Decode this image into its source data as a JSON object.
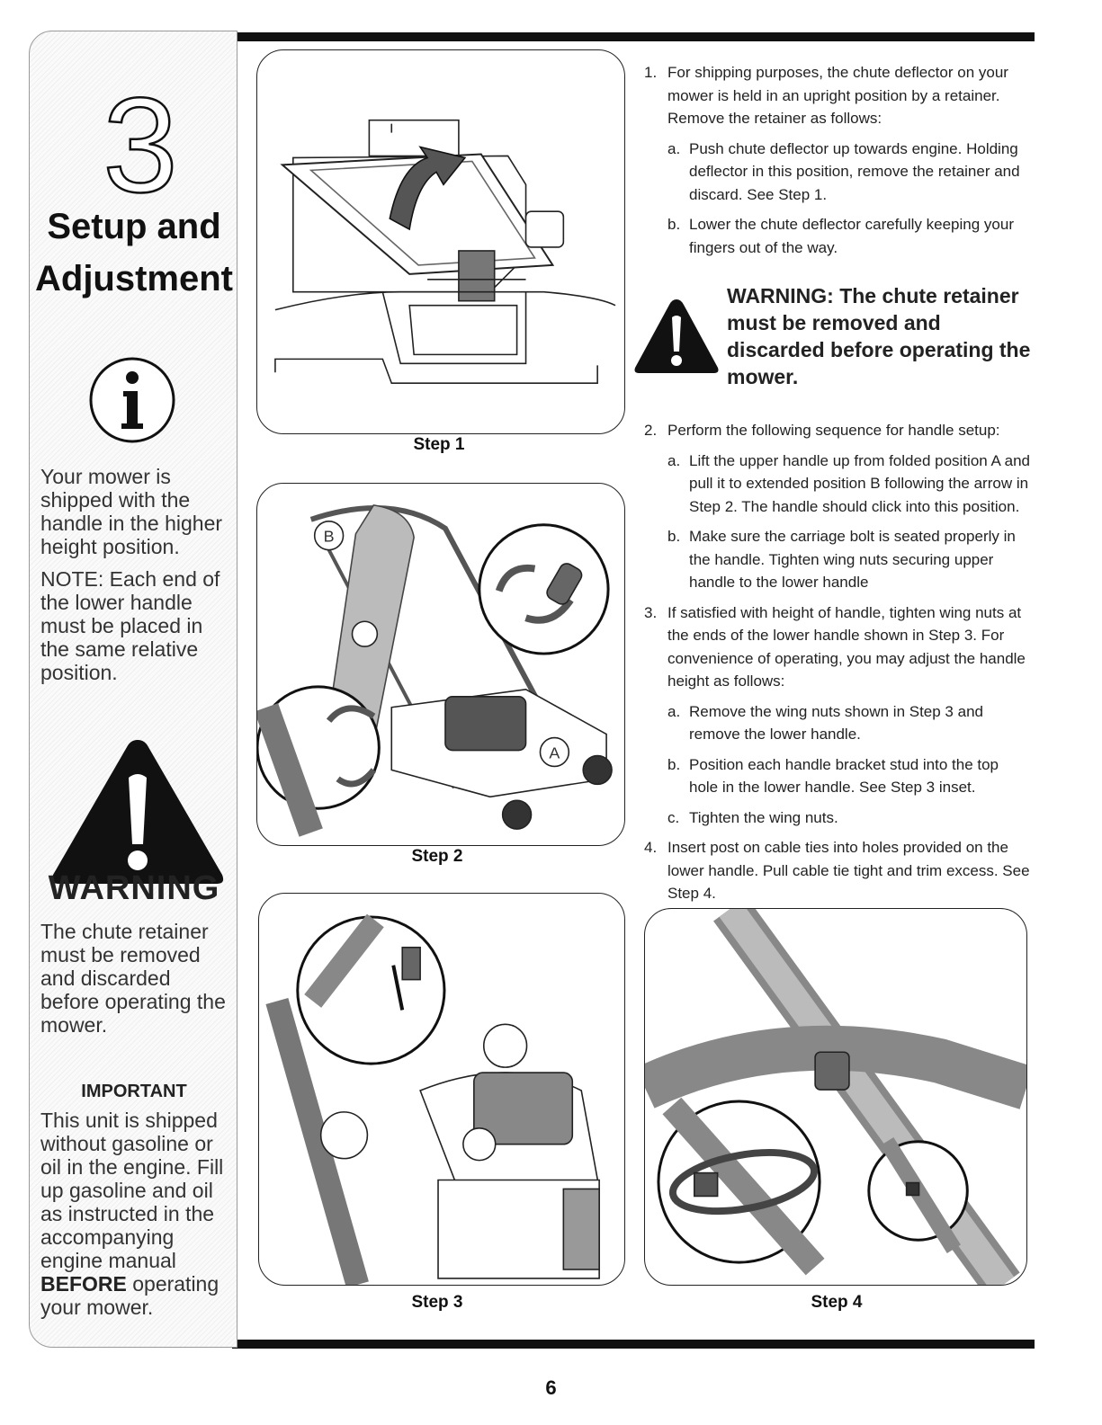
{
  "sidebar": {
    "chapter_number": "3",
    "title_line1": "Setup and",
    "title_line2": "Adjustment",
    "info_text": "Your mower is shipped with the handle in the higher height position.",
    "note_text": "NOTE: Each end of the lower handle must be placed in the same relative position.",
    "warning_heading": "WARNING",
    "warning_text": "The chute retainer must be removed and discarded before operating the mower.",
    "important_heading": "IMPORTANT",
    "important_text": "This unit is shipped without gasoline or oil in the engine. Fill up gasoline and oil as instructed in the accompanying engine manual",
    "important_bold": "BEFORE",
    "important_tail": "operating your mower."
  },
  "figures": {
    "step1": "Step 1",
    "step2": "Step 2",
    "step3": "Step 3",
    "step4": "Step 4",
    "label_a": "A",
    "label_b": "B"
  },
  "instructions": {
    "s1": {
      "num": "1.",
      "text": "For shipping purposes, the chute deflector on your mower is held in an upright position by a retainer. Remove the retainer as follows:"
    },
    "s1a": {
      "num": "a.",
      "text": "Push  chute deflector up towards engine. Holding deflector in this position, remove the retainer and discard. See Step 1."
    },
    "s1b": {
      "num": "b.",
      "text": "Lower the chute deflector carefully keeping your fingers out of the way."
    },
    "warning": "WARNING: The chute retainer must be removed and discarded before operating the mower.",
    "s2": {
      "num": "2.",
      "text": "Perform the following sequence for handle setup:"
    },
    "s2a": {
      "num": "a.",
      "text": "Lift the upper handle up from folded position A and pull it to extended position B following the arrow in Step 2. The handle should click into this position."
    },
    "s2b": {
      "num": "b.",
      "text": "Make sure the carriage bolt is seated properly in the handle. Tighten wing nuts securing upper handle to the lower handle"
    },
    "s3": {
      "num": "3.",
      "text": "If satisfied with height of handle, tighten wing nuts at the ends of the lower handle shown in Step 3. For convenience of operating, you may adjust the handle height as follows:"
    },
    "s3a": {
      "num": "a.",
      "text": "Remove the wing nuts shown in Step 3 and remove the lower handle."
    },
    "s3b": {
      "num": "b.",
      "text": "Position each handle bracket stud into the top hole in the lower handle. See Step 3 inset."
    },
    "s3c": {
      "num": "c.",
      "text": "Tighten the wing nuts."
    },
    "s4": {
      "num": "4.",
      "text": "Insert post on cable ties into holes provided on the lower handle. Pull cable tie tight and trim excess. See Step 4."
    }
  },
  "page_number": "6"
}
